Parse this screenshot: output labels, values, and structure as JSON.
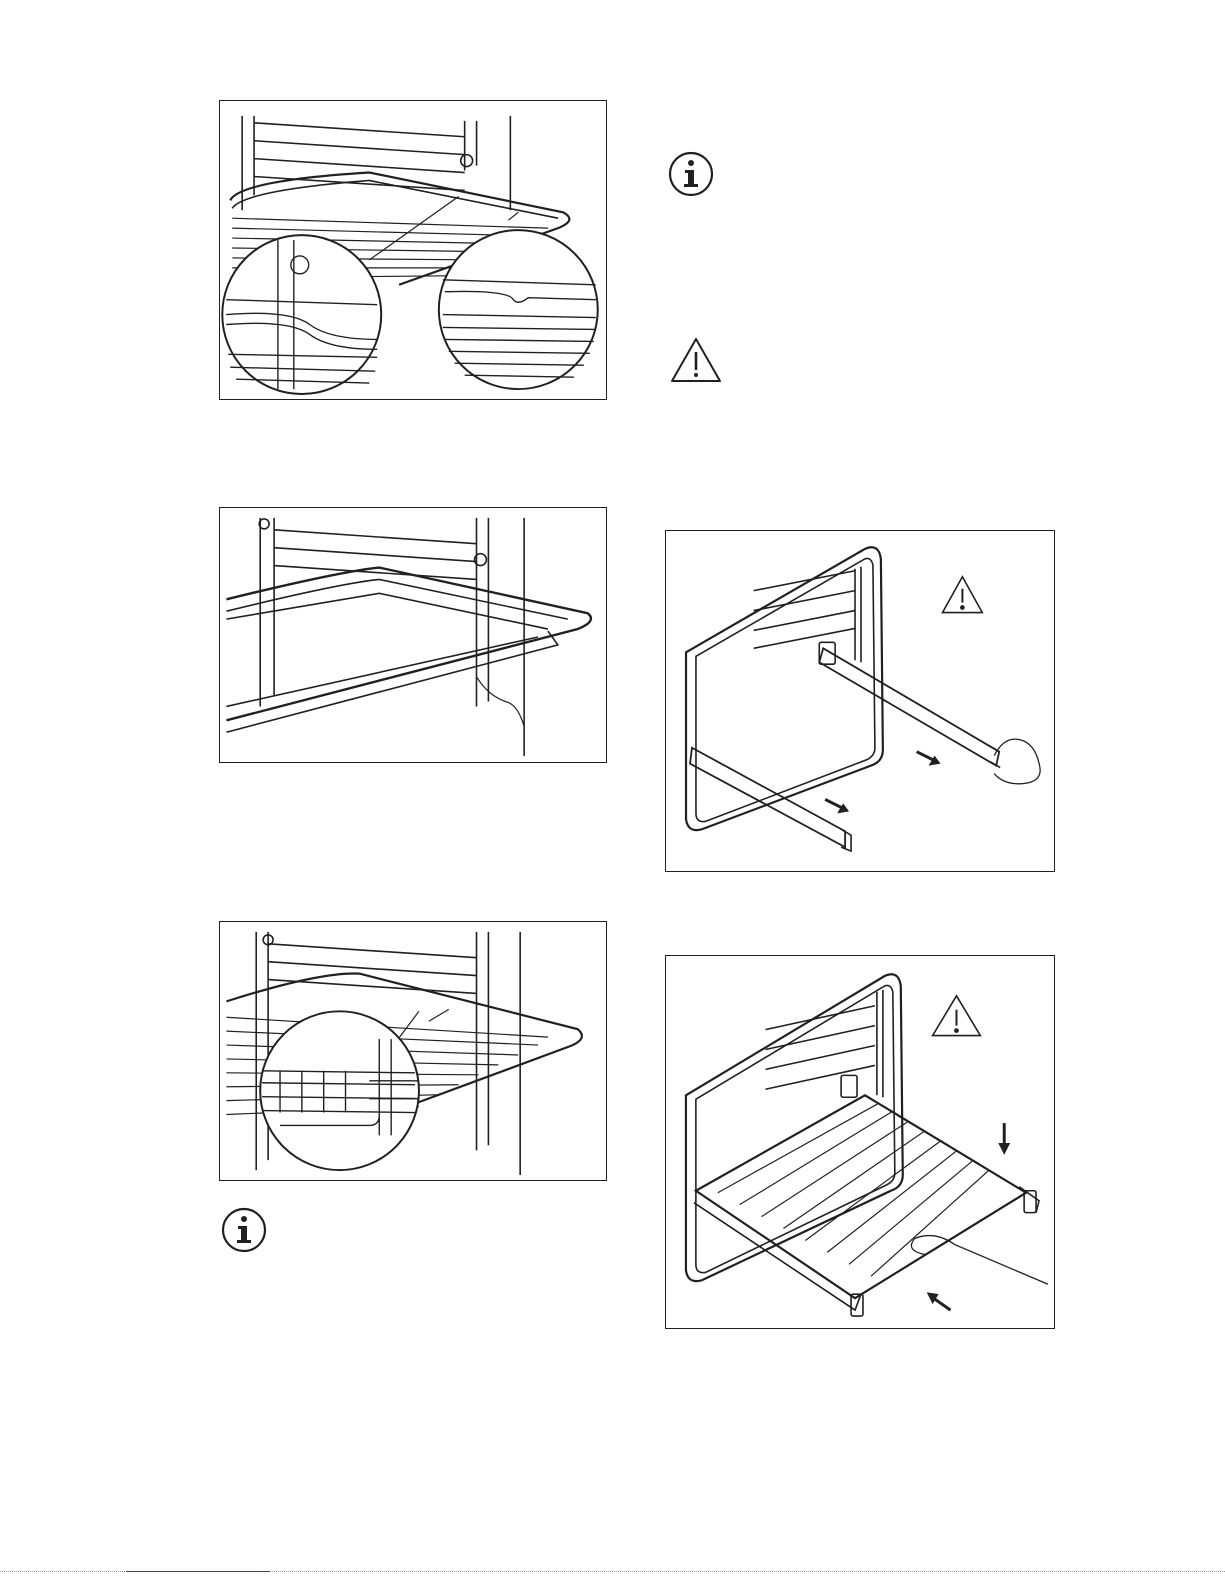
{
  "page": {
    "background": "#ffffff",
    "ink": "#231f20",
    "link_color": "#1a4a9a"
  },
  "figures": [
    {
      "name": "figure-shelf-grid-guide-detail",
      "icon": "oven-shelf-magnified-detail"
    },
    {
      "name": "figure-deep-pan-on-runners",
      "icon": "oven-tray-on-shelf-supports"
    },
    {
      "name": "figure-grid-with-pan-detail",
      "icon": "oven-grid-and-tray-magnified"
    },
    {
      "name": "figure-telescopic-runners-pull-out",
      "icon": "telescopic-runners-pull-arrows"
    },
    {
      "name": "figure-grid-on-telescopic-runners",
      "icon": "shelf-placed-on-runners-arrows"
    }
  ],
  "notices": [
    {
      "name": "info-notice-top",
      "icon": "info-icon"
    },
    {
      "name": "warning-notice-top",
      "icon": "warning-icon"
    },
    {
      "name": "info-notice-bottom",
      "icon": "info-icon"
    }
  ]
}
